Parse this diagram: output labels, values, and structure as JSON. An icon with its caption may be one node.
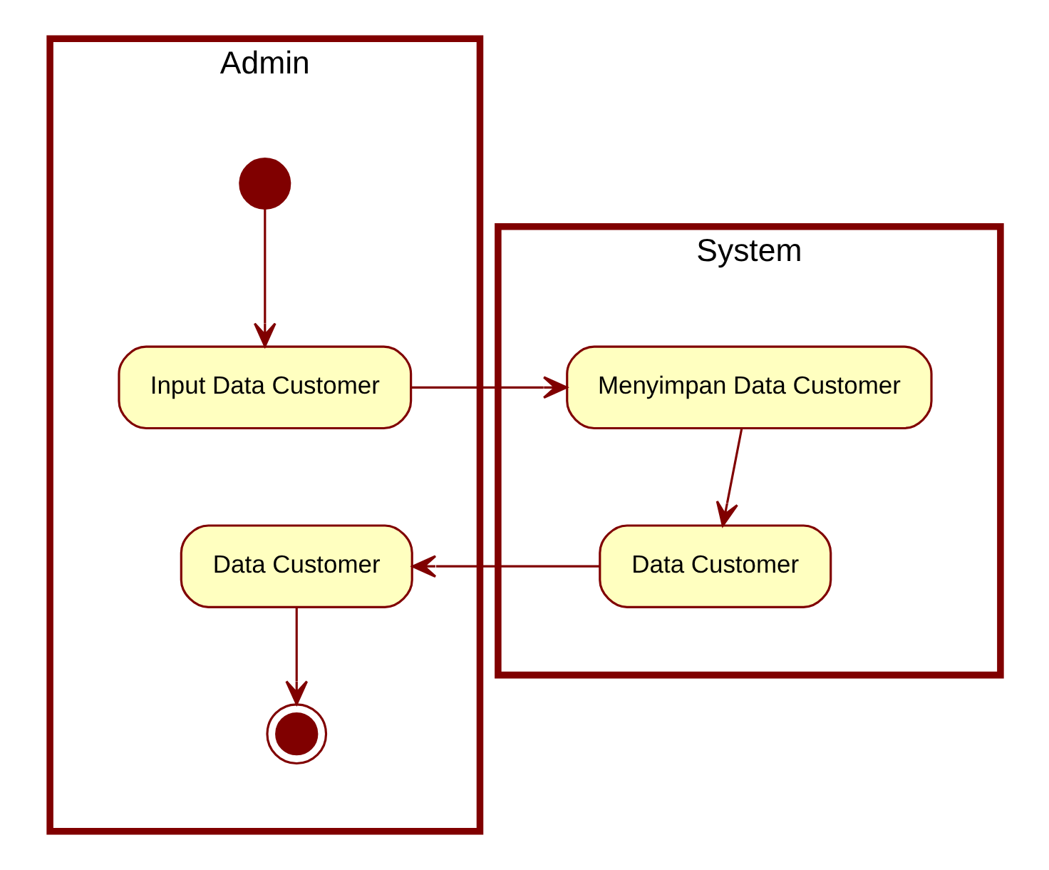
{
  "diagram": {
    "nodes": [
      {
        "text": [
          "Admin"
        ]
      },
      {
        "text": [
          "System"
        ]
      },
      {
        "text": [],
        "shape": "circle",
        "in": 0
      },
      {
        "text": [
          "Input Data Customer"
        ],
        "in": 0
      },
      {
        "text": [
          "Menyimpan Data Customer"
        ],
        "in": 1
      },
      {
        "text": [
          "Data Customer"
        ],
        "in": 1
      },
      {
        "text": [
          "Data Customer"
        ],
        "in": 0
      },
      {
        "text": [],
        "shape": "bullseye",
        "in": 0
      }
    ],
    "edges": [
      {
        "from": 2,
        "to": 3,
        "arrow": "to"
      },
      {
        "from": 3,
        "to": 4,
        "arrow": "to"
      },
      {
        "from": 4,
        "to": 5,
        "arrow": "to"
      },
      {
        "from": 5,
        "to": 6,
        "arrow": "to"
      },
      {
        "from": 6,
        "to": 7,
        "arrow": "to"
      }
    ]
  }
}
